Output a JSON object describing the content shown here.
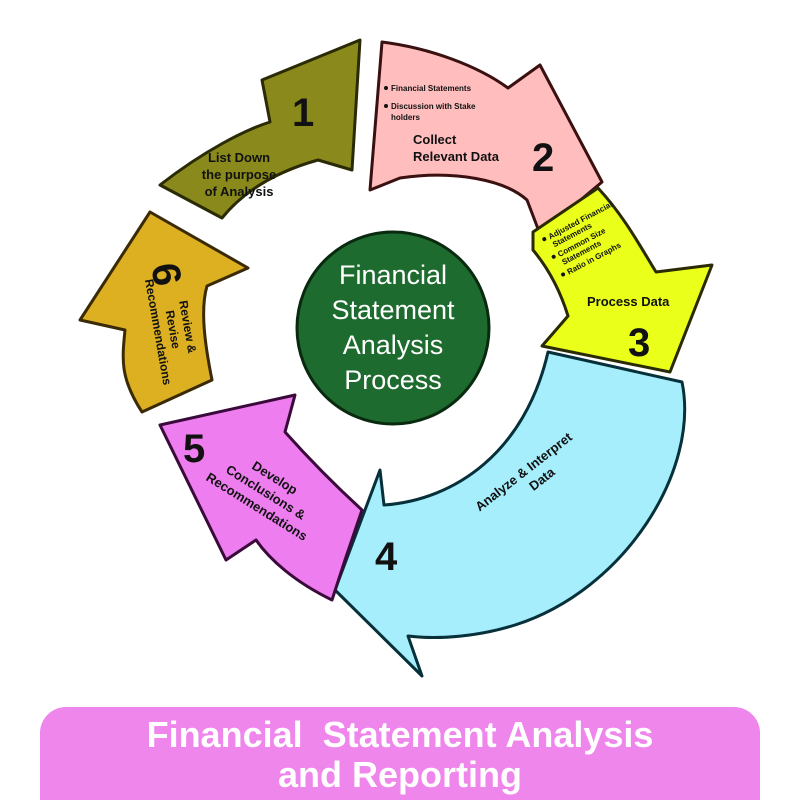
{
  "center": {
    "lines": [
      "Financial",
      "Statement",
      "Analysis",
      "Process"
    ]
  },
  "steps": {
    "s1": {
      "number": "1",
      "title": [
        "List Down",
        "the purpose",
        "of Analysis"
      ]
    },
    "s2": {
      "number": "2",
      "title": [
        "Collect",
        "Relevant Data"
      ],
      "bullets": [
        "Financial Statements",
        "Discussion with Stake",
        "holders"
      ]
    },
    "s3": {
      "number": "3",
      "title": [
        "Process Data"
      ],
      "bullets": [
        "Adjusted Financial",
        "Statements",
        "Common Size",
        "Statements",
        "Ratio in Graphs"
      ]
    },
    "s4": {
      "number": "4",
      "title": [
        "Analyze & Interpret",
        "Data"
      ]
    },
    "s5": {
      "number": "5",
      "title": [
        "Develop",
        "Conclusions &",
        "Recommendations"
      ]
    },
    "s6": {
      "number": "6",
      "title": [
        "Review &",
        "Revise",
        "Recommendations"
      ]
    }
  },
  "footer": {
    "line1": "Financial  Statement Analysis",
    "line2": "and Reporting"
  },
  "colors": {
    "s1": "#8a8a1c",
    "s2": "#ffbdbd",
    "s3": "#eaff1a",
    "s4": "#a6eefc",
    "s5": "#ee7ef0",
    "s6": "#dcb020",
    "center": "#1d6b2e",
    "footer": "#ef86ec"
  }
}
